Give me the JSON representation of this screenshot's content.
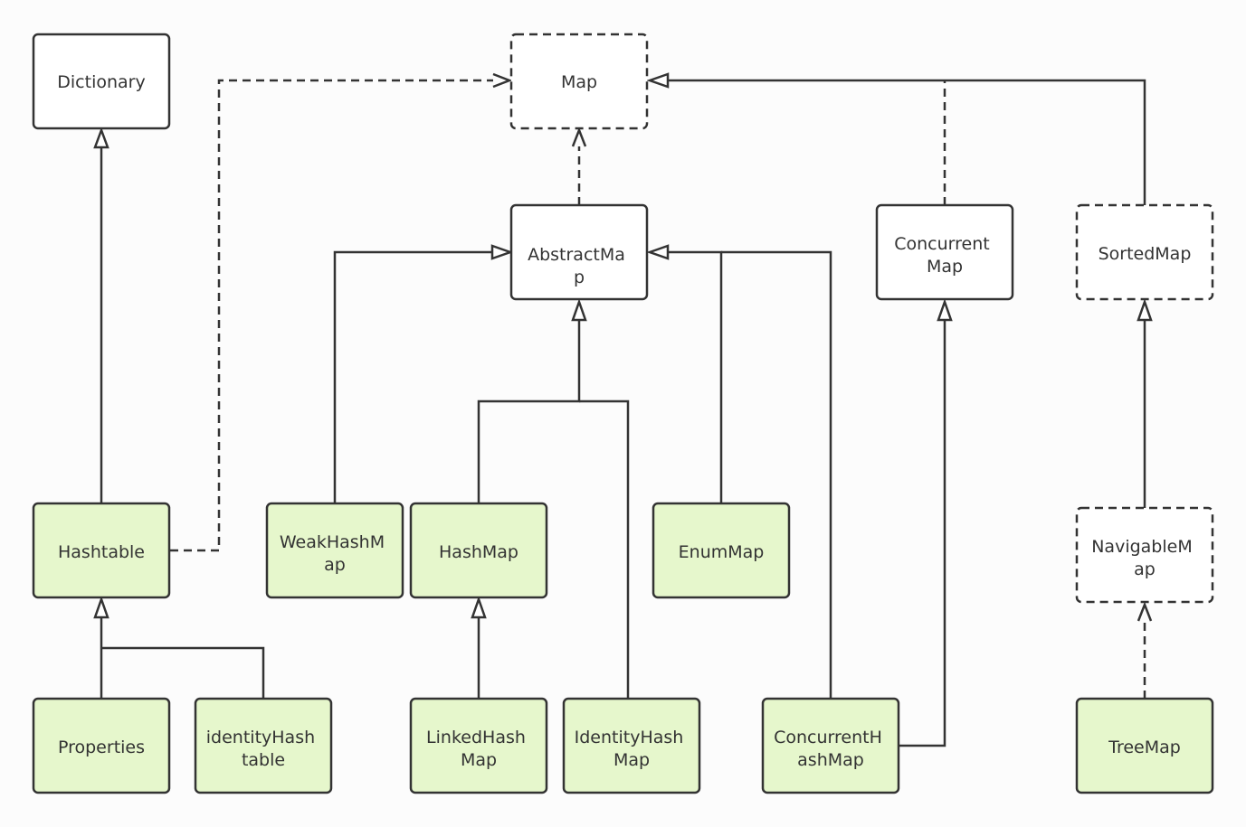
{
  "diagram": {
    "nodes": {
      "dictionary": {
        "lines": [
          "Dictionary"
        ],
        "kind": "class",
        "style": "solid"
      },
      "map": {
        "lines": [
          "Map"
        ],
        "kind": "interface",
        "style": "dashed"
      },
      "abstract_map": {
        "lines": [
          "AbstractMa",
          "p"
        ],
        "kind": "class",
        "style": "solid"
      },
      "concurrent_map": {
        "lines": [
          "Concurrent",
          "Map"
        ],
        "kind": "class",
        "style": "solid"
      },
      "sorted_map": {
        "lines": [
          "SortedMap"
        ],
        "kind": "interface",
        "style": "dashed"
      },
      "hashtable": {
        "lines": [
          "Hashtable"
        ],
        "kind": "implementation",
        "style": "solid"
      },
      "weak_hash_map": {
        "lines": [
          "WeakHashM",
          "ap"
        ],
        "kind": "implementation",
        "style": "solid"
      },
      "hash_map": {
        "lines": [
          "HashMap"
        ],
        "kind": "implementation",
        "style": "solid"
      },
      "enum_map": {
        "lines": [
          "EnumMap"
        ],
        "kind": "implementation",
        "style": "solid"
      },
      "navigable_map": {
        "lines": [
          "NavigableM",
          "ap"
        ],
        "kind": "interface",
        "style": "dashed"
      },
      "properties": {
        "lines": [
          "Properties"
        ],
        "kind": "implementation",
        "style": "solid"
      },
      "identity_hashtable": {
        "lines": [
          "identityHash",
          "table"
        ],
        "kind": "implementation",
        "style": "solid"
      },
      "linked_hash_map": {
        "lines": [
          "LinkedHash",
          "Map"
        ],
        "kind": "implementation",
        "style": "solid"
      },
      "identity_hash_map": {
        "lines": [
          "IdentityHash",
          "Map"
        ],
        "kind": "implementation",
        "style": "solid"
      },
      "concurrent_hash_map": {
        "lines": [
          "ConcurrentH",
          "ashMap"
        ],
        "kind": "implementation",
        "style": "solid"
      },
      "tree_map": {
        "lines": [
          "TreeMap"
        ],
        "kind": "implementation",
        "style": "solid"
      }
    },
    "edges": [
      {
        "from": "hashtable",
        "to": "dictionary",
        "relation": "extends"
      },
      {
        "from": "hashtable",
        "to": "map",
        "relation": "implements"
      },
      {
        "from": "abstract_map",
        "to": "map",
        "relation": "implements"
      },
      {
        "from": "concurrent_map",
        "to": "map",
        "relation": "implements"
      },
      {
        "from": "sorted_map",
        "to": "map",
        "relation": "extends"
      },
      {
        "from": "weak_hash_map",
        "to": "abstract_map",
        "relation": "extends"
      },
      {
        "from": "hash_map",
        "to": "abstract_map",
        "relation": "extends"
      },
      {
        "from": "identity_hash_map",
        "to": "abstract_map",
        "relation": "extends"
      },
      {
        "from": "enum_map",
        "to": "abstract_map",
        "relation": "extends"
      },
      {
        "from": "concurrent_hash_map",
        "to": "abstract_map",
        "relation": "extends"
      },
      {
        "from": "concurrent_hash_map",
        "to": "concurrent_map",
        "relation": "extends"
      },
      {
        "from": "navigable_map",
        "to": "sorted_map",
        "relation": "extends"
      },
      {
        "from": "tree_map",
        "to": "navigable_map",
        "relation": "implements"
      },
      {
        "from": "properties",
        "to": "hashtable",
        "relation": "extends"
      },
      {
        "from": "identity_hashtable",
        "to": "hashtable",
        "relation": "extends"
      },
      {
        "from": "linked_hash_map",
        "to": "hash_map",
        "relation": "extends"
      }
    ],
    "colors": {
      "stroke": "#333333",
      "interface_fill": "#ffffff",
      "implementation_fill": "#e6f7cc",
      "background": "#fcfcfc"
    }
  }
}
